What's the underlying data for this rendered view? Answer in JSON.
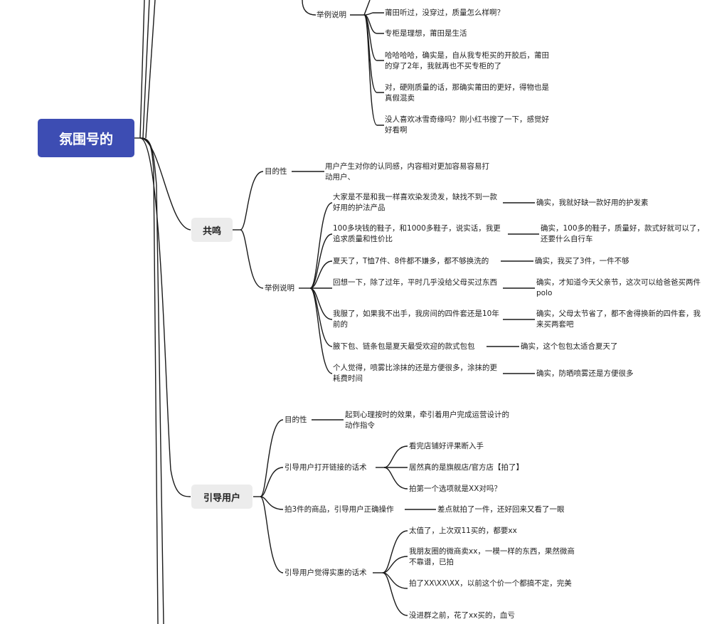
{
  "root": "氛围号的",
  "topics": {
    "gongming": "共鸣",
    "yindao": "引导用户"
  },
  "top_section": {
    "label": "举例说明",
    "items": [
      "莆田听过，没穿过，质量怎么样啊？",
      "专柜是理想，莆田是生活",
      "哈哈哈哈，确实是，自从我专柜买的开胶后，莆田的穿了2年，我就再也不买专柜的了",
      "对，硬刚质量的话，那确实莆田的更好，得物也是真假混卖",
      "没人喜欢冰雪奇缘吗？刚小红书搜了一下，感觉好好看啊"
    ]
  },
  "gongming": {
    "purpose_label": "目的性",
    "purpose_text": "用户产生对你的认同感，内容相对更加容易容易打动用户、",
    "example_label": "举例说明",
    "examples": [
      {
        "q": "大家是不是和我一样喜欢染发烫发，缺找不到一款好用的护法产品",
        "a": "确实，我就好缺一款好用的护发素"
      },
      {
        "q": "100多块钱的鞋子，和1000多鞋子，说实话，我更追求质量和性价比",
        "a": "确实，100多的鞋子，质量好，款式好就可以了，还要什么自行车"
      },
      {
        "q": "夏天了，T恤7件、8件都不嫌多，都不够换洗的",
        "a": "确实，我买了3件，一件不够"
      },
      {
        "q": "回想一下，除了过年，平时几乎没给父母买过东西",
        "a": "确实，才知道今天父亲节，这次可以给爸爸买两件polo"
      },
      {
        "q": "我服了，如果我不出手，我房间的四件套还是10年前的",
        "a": "确实，父母太节省了，都不舍得换新的四件套，我来买两套吧"
      },
      {
        "q": "腋下包、链条包是夏天最受欢迎的款式包包",
        "a": "确实，这个包包太适合夏天了"
      },
      {
        "q": "个人觉得，喷雾比涂抹的还是方便很多，涂抹的更耗费时间",
        "a": "确实，防晒喷雾还是方便很多"
      }
    ]
  },
  "yindao": {
    "purpose_label": "目的性",
    "purpose_text": "起到心理按时的效果，牵引着用户完成运营设计的动作指令",
    "link_label": "引导用户打开链接的话术",
    "link_items": [
      "看完店铺好评果断入手",
      "居然真的是旗舰店/官方店【拍了】",
      "拍第一个选项就是XX对吗？"
    ],
    "buy3_label": "拍3件的商品，引导用户正确操作",
    "buy3_text": "差点就拍了一件，还好回来又看了一眼",
    "value_label": "引导用户觉得实惠的话术",
    "value_items": [
      "太值了，上次双11买的，都要xx",
      "我朋友圈的微商卖xx，一模一样的东西，果然微商不靠谱，已拍",
      "拍了XX\\XX\\XX，以前这个价一个都搞不定，完美",
      "没进群之前，花了xx买的，血亏"
    ]
  }
}
